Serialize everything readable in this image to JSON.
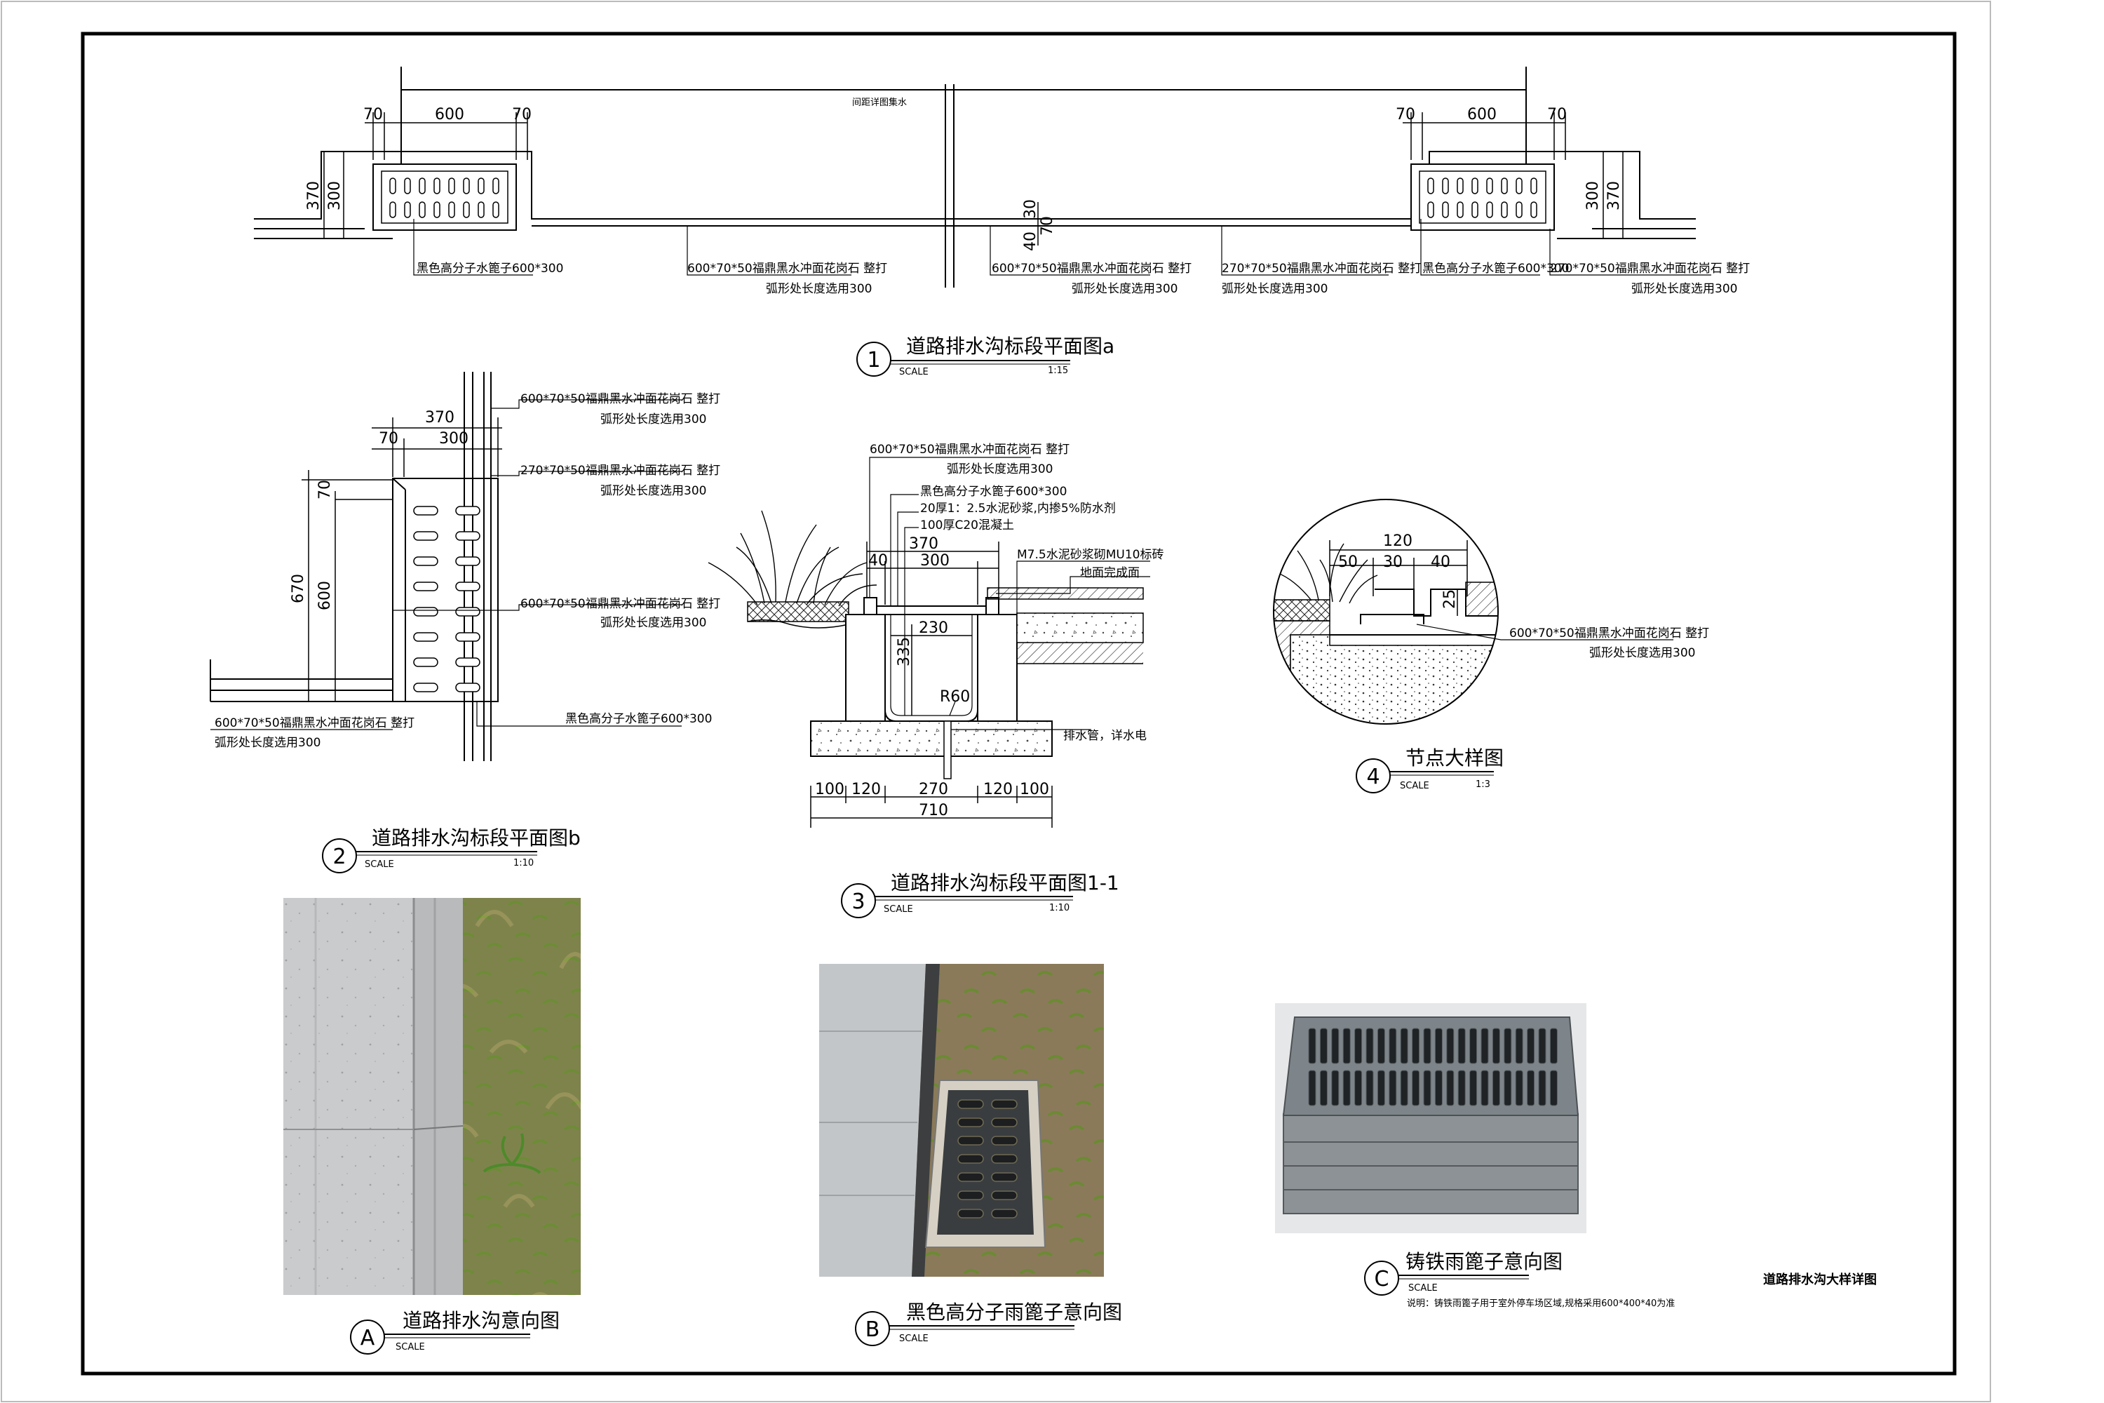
{
  "sheet_title": "道路排水沟大样详图",
  "drawing_1": {
    "num": "1",
    "title": "道路排水沟标段平面图a",
    "scale_label": "SCALE",
    "scale": "1:15",
    "top_label": "间距详图集水",
    "dims": {
      "d70": "70",
      "d600": "600",
      "d370": "370",
      "d300": "300",
      "d30": "30",
      "d40": "40"
    },
    "labels": {
      "grate": "黑色高分子水篦子600*300",
      "curb600": "600*70*50福鼎黑水冲面花岗石  整打",
      "curb270": "270*70*50福鼎黑水冲面花岗石  整打",
      "arc": "弧形处长度选用300"
    }
  },
  "drawing_2": {
    "num": "2",
    "title": "道路排水沟标段平面图b",
    "scale_label": "SCALE",
    "scale": "1:10",
    "dims": {
      "d370": "370",
      "d70": "70",
      "d300": "300",
      "d670": "670",
      "d600": "600"
    },
    "labels": {
      "curb600": "600*70*50福鼎黑水冲面花岗石  整打",
      "curb270": "270*70*50福鼎黑水冲面花岗石  整打",
      "grate": "黑色高分子水篦子600*300",
      "arc": "弧形处长度选用300"
    }
  },
  "drawing_3": {
    "num": "3",
    "title": "道路排水沟标段平面图1-1",
    "scale_label": "SCALE",
    "scale": "1:10",
    "dims": {
      "d370": "370",
      "d40": "40",
      "d300": "300",
      "d230": "230",
      "d335": "335",
      "r60": "R60",
      "d100": "100",
      "d120": "120",
      "d270": "270",
      "d710": "710"
    },
    "labels": {
      "curb600": "600*70*50福鼎黑水冲面花岗石  整打",
      "arc": "弧形处长度选用300",
      "grate": "黑色高分子水篦子600*300",
      "mortar": "20厚1：2.5水泥砂浆,内掺5%防水剂",
      "concrete": "100厚C20混凝土",
      "wall": "M7.5水泥砂浆砌MU10标砖",
      "finish": "地面完成面",
      "pipe": "排水管，详水电"
    }
  },
  "drawing_4": {
    "num": "4",
    "title": "节点大样图",
    "scale_label": "SCALE",
    "scale": "1:3",
    "dims": {
      "d120": "120",
      "d50": "50",
      "d30": "30",
      "d40": "40",
      "d25": "25"
    },
    "labels": {
      "curb600": "600*70*50福鼎黑水冲面花岗石  整打",
      "arc": "弧形处长度选用300"
    }
  },
  "photo_a": {
    "letter": "A",
    "title": "道路排水沟意向图",
    "scale_label": "SCALE"
  },
  "photo_b": {
    "letter": "B",
    "title": "黑色高分子雨篦子意向图",
    "scale_label": "SCALE"
  },
  "photo_c": {
    "letter": "C",
    "title": "铸铁雨篦子意向图",
    "scale_label": "SCALE",
    "note": "说明：铸铁雨篦子用于室外停车场区域,规格采用600*400*40为准"
  }
}
